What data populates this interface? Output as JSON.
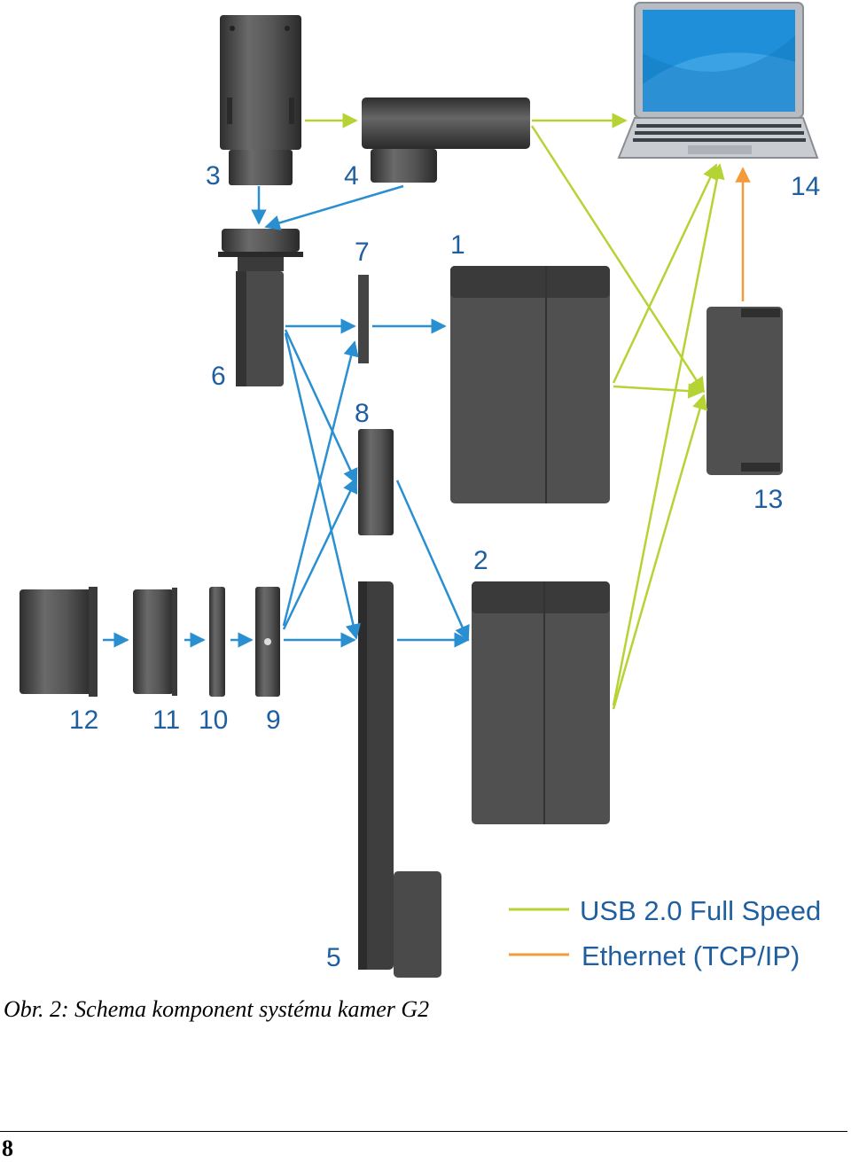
{
  "labels": {
    "l1": "1",
    "l2": "2",
    "l3": "3",
    "l4": "4",
    "l5": "5",
    "l6": "6",
    "l7": "7",
    "l8": "8",
    "l9": "9",
    "l10": "10",
    "l11": "11",
    "l12": "12",
    "l13": "13",
    "l14": "14"
  },
  "legend": {
    "usb": {
      "label": "USB 2.0 Full Speed",
      "color": "#b5d334"
    },
    "ethernet": {
      "label": "Ethernet (TCP/IP)",
      "color": "#f39a3a"
    }
  },
  "colors": {
    "optical_path": "#2a8fd1",
    "component_body": "#4a4a4a",
    "component_top": "#3a3a3a",
    "label_text": "#1f5f9f"
  },
  "caption": "Obr. 2: Schema komponent systému kamer G2",
  "page_number": "8"
}
